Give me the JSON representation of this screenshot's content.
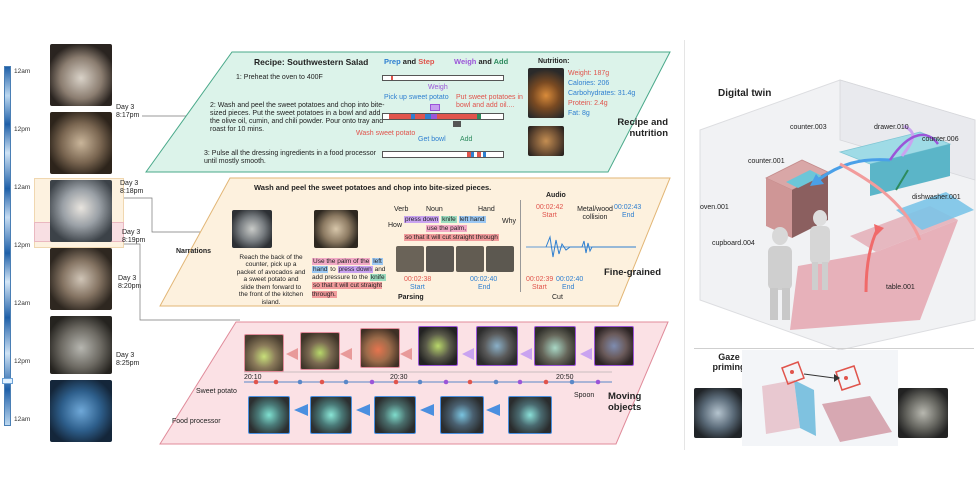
{
  "timeline": {
    "ticks": [
      "12am",
      "12pm",
      "12am",
      "12pm",
      "12am",
      "12pm",
      "12am"
    ],
    "frame_labels": [
      {
        "day": "Day 3",
        "time": "8:17pm"
      },
      {
        "day": "Day 3",
        "time": "8:18pm"
      },
      {
        "day": "Day 3",
        "time": "8:19pm"
      },
      {
        "day": "Day 3",
        "time": "8:20pm"
      },
      {
        "day": "Day 3",
        "time": "8:25pm"
      }
    ]
  },
  "recipe": {
    "title": "Recipe: Southwestern Salad",
    "legend": {
      "prep": "Prep",
      "and1": "and",
      "step": "Step",
      "weigh": "Weigh",
      "and2": "and",
      "add": "Add"
    },
    "steps": [
      "1: Preheat the oven to 400F",
      "2: Wash and peel the sweet potatoes and chop into bite-sized pieces. Put the sweet potatoes in a bowl and add the olive oil, cumin, and chili powder.  Pour onto tray and roast for 10 mins.",
      "3: Pulse all the dressing ingredients in a food processor until mostly smooth."
    ],
    "callouts": {
      "pick": "Pick up sweet potato",
      "weigh": "Weigh",
      "put": "Put sweet potatoes in bowl and add oil....",
      "wash": "Wash sweet potato",
      "get": "Get bowl",
      "add": "Add"
    },
    "nutrition": {
      "title": "Nutrition:",
      "items": [
        "Weight: 187g",
        "Calories: 206",
        "Carbohydrates: 31.4g",
        "Protein: 2.4g",
        "Fat: 8g"
      ]
    },
    "section_label": "Recipe and nutrition"
  },
  "finegrained": {
    "title": "Wash and peel the sweet potatoes and chop into bite-sized pieces.",
    "narration_text": "Reach the back of the counter, pick up a packet of avocados and a sweet potato and slide them forward to the front of the kitchen island.",
    "narrations_label": "Narrations",
    "parse_sentence": {
      "p1": "Use the palm of the",
      "p2": "left",
      "p3": "hand",
      "p4": "to",
      "p5": "press down",
      "p6": "and add pressure to the",
      "p7": "knife",
      "p8": "so that it will cut straight through."
    },
    "parse_tags": {
      "verb": "Verb",
      "noun": "Noun",
      "hand": "Hand",
      "how": "How",
      "why": "Why"
    },
    "parse_box": {
      "a": "press down",
      "b": "knife",
      "c": "left hand",
      "d": "use the palm,",
      "e": "so that it will cut straight through"
    },
    "parse_times": {
      "start": "00:02:38",
      "start_label": "Start",
      "end": "00:02:40",
      "end_label": "End"
    },
    "parsing_label": "Parsing",
    "audio": {
      "title": "Audio",
      "t1": "00:02:42",
      "t1_label": "Start",
      "collision": "Metal/wood collision",
      "t2": "00:02:43",
      "t2_label": "End",
      "t3": "00:02:39",
      "t3_label": "Start",
      "t4": "00:02:40",
      "t4_label": "End",
      "cut": "Cut"
    },
    "section_label": "Fine-grained"
  },
  "moving": {
    "times": [
      "20:10",
      "20:30",
      "20:50"
    ],
    "sweet_potato": "Sweet potato",
    "spoon": "Spoon",
    "food_processor": "Food processor",
    "section_label": "Moving objects"
  },
  "twin": {
    "title": "Digital twin",
    "labels": [
      "counter.003",
      "drawer.010",
      "counter.006",
      "counter.001",
      "oven.001",
      "dishwasher.001",
      "cupboard.004",
      "table.001"
    ],
    "gaze_title": "Gaze priming"
  },
  "colors": {
    "prep": "#2e7fd0",
    "step": "#e0544c",
    "weigh": "#9b55d8",
    "add": "#2d8b5e",
    "verb_hl": "#c9a3f0",
    "noun_hl": "#9bdcc0",
    "hand_hl": "#9cc8f3",
    "how_hl": "#f2a9c6",
    "why_hl": "#f29c9c"
  }
}
